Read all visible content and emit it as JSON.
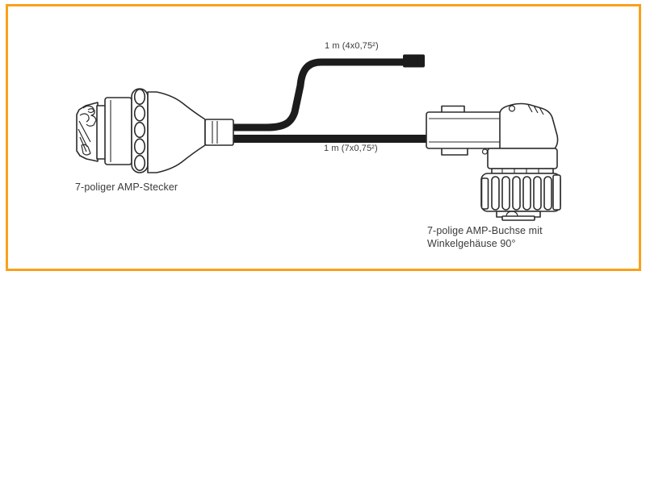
{
  "frame": {
    "accent_color": "#F9A11B",
    "background_color": "#ffffff"
  },
  "diagram": {
    "line_color": "#2b2b2b",
    "cable_color": "#1c1c1c",
    "labels": {
      "branch_cable": "1 m (4x0,75²)",
      "main_cable": "1 m (7x0,75²)",
      "plug": "7-poliger AMP-Stecker",
      "socket_line1": "7-polige AMP-Buchse mit",
      "socket_line2": "Winkelgehäuse 90°"
    },
    "parts": [
      {
        "name": "amp-plug-7pin",
        "description": "7-poliger AMP-Stecker"
      },
      {
        "name": "branch-cable",
        "description": "1 m (4x0,75²)"
      },
      {
        "name": "main-cable",
        "description": "1 m (7x0,75²)"
      },
      {
        "name": "amp-socket-7pin-angled",
        "description": "7-polige AMP-Buchse mit Winkelgehäuse 90°"
      }
    ]
  }
}
